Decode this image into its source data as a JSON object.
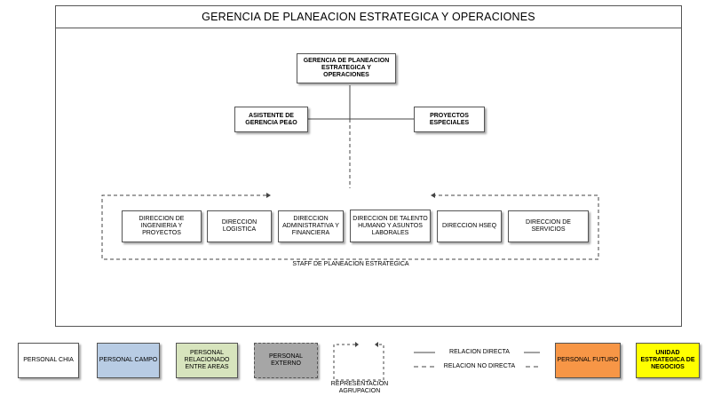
{
  "title": "GERENCIA DE PLANEACION ESTRATEGICA Y OPERACIONES",
  "nodes": {
    "top": "GERENCIA DE PLANEACION ESTRATEGICA Y OPERACIONES",
    "asistente": "ASISTENTE DE GERENCIA PE&O",
    "proyectos": "PROYECTOS ESPECIALES",
    "ingenieria": "DIRECCION DE INGENIERIA Y PROYECTOS",
    "logistica": "DIRECCION LOGISTICA",
    "administrativa": "DIRECCION ADMINISTRATIVA Y FINANCIERA",
    "talento": "DIRECCION DE TALENTO HUMANO Y ASUNTOS LABORALES",
    "hseq": "DIRECCION HSEQ",
    "servicios": "DIRECCION DE SERVICIOS"
  },
  "staff_label": "STAFF DE PLANEACION ESTRATEGICA",
  "legend": {
    "chia": "PERSONAL CHIA",
    "campo": "PERSONAL CAMPO",
    "relacionado": "PERSONAL RELACIONADO ENTRE AREAS",
    "externo": "PERSONAL EXTERNO",
    "representacion": "REPRESENTACION AGRUPACION",
    "relacion_directa": "RELACION DIRECTA",
    "relacion_no_directa": "RELACION NO DIRECTA",
    "futuro": "PERSONAL FUTURO",
    "unidad": "UNIDAD ESTRATEGICA DE NEGOCIOS"
  },
  "colors": {
    "campo": "#b8cce4",
    "relacionado": "#d7e4bd",
    "externo": "#a6a6a6",
    "futuro": "#f79646",
    "unidad": "#ffff00"
  }
}
